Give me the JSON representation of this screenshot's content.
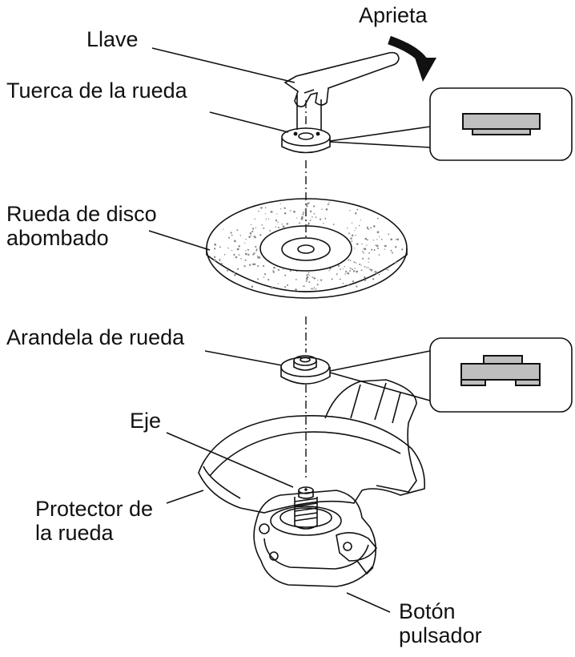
{
  "labels": {
    "wrench": "Llave",
    "tighten": "Aprieta",
    "wheel_nut": "Tuerca de la rueda",
    "disc_line1": "Rueda de disco",
    "disc_line2": "abombado",
    "washer": "Arandela de rueda",
    "spindle": "Eje",
    "guard_line1": "Protector de",
    "guard_line2": "la rueda",
    "button_line1": "Botón",
    "button_line2": "pulsador"
  },
  "colors": {
    "line": "#111111",
    "part_fill": "#ffffff",
    "section_fill": "#bfbfbf",
    "disc_texture": "#888888"
  }
}
